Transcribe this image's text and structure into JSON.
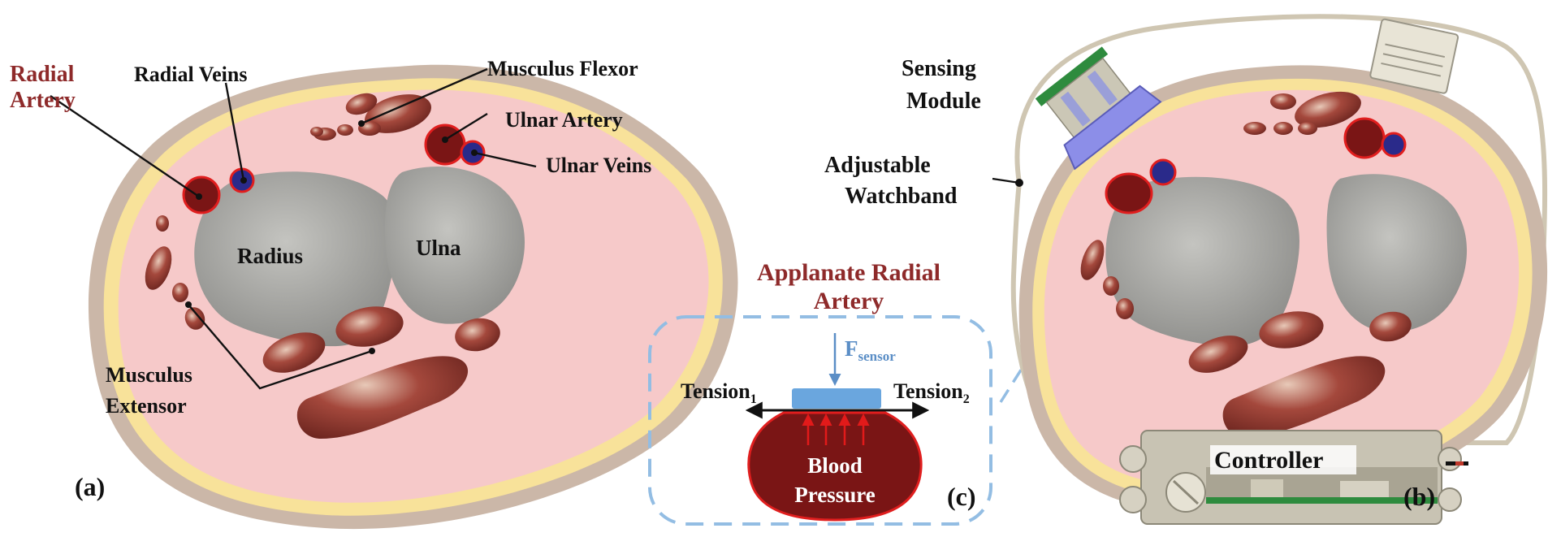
{
  "panel_a": {
    "labels": {
      "radial_artery_line1": "Radial",
      "radial_artery_line2": "Artery",
      "radial_veins": "Radial Veins",
      "musculus_flexor": "Musculus Flexor",
      "ulnar_artery": "Ulnar Artery",
      "ulnar_veins": "Ulnar Veins",
      "radius": "Radius",
      "ulna": "Ulna",
      "musculus_extensor_line1": "Musculus",
      "musculus_extensor_line2": "Extensor"
    },
    "tag": "(a)"
  },
  "panel_b": {
    "labels": {
      "sensing_module_line1": "Sensing",
      "sensing_module_line2": "Module",
      "adjustable_watchband_line1": "Adjustable",
      "adjustable_watchband_line2": "Watchband",
      "controller": "Controller"
    },
    "tag": "(b)"
  },
  "panel_c": {
    "title_line1": "Applanate  Radial",
    "title_line2": "Artery",
    "force_main": "F",
    "force_sub": "sensor",
    "tension1_main": "Tension",
    "tension1_sub": "1",
    "tension2_main": "Tension",
    "tension2_sub": "2",
    "blood_line1": "Blood",
    "blood_line2": "Pressure",
    "tag": "(c)"
  },
  "colors": {
    "skin": "#cbb7a8",
    "fat": "#f8e29a",
    "tissue": "#f6c9c9",
    "bone": "#a9a9a6",
    "artery": "#7a1515",
    "vein": "#2a2a8a",
    "muscle": "#8e3c32",
    "accent_red": "#8e2a2a",
    "accent_blue": "#5b8ec6",
    "sensor_blue": "#6aa6de"
  }
}
